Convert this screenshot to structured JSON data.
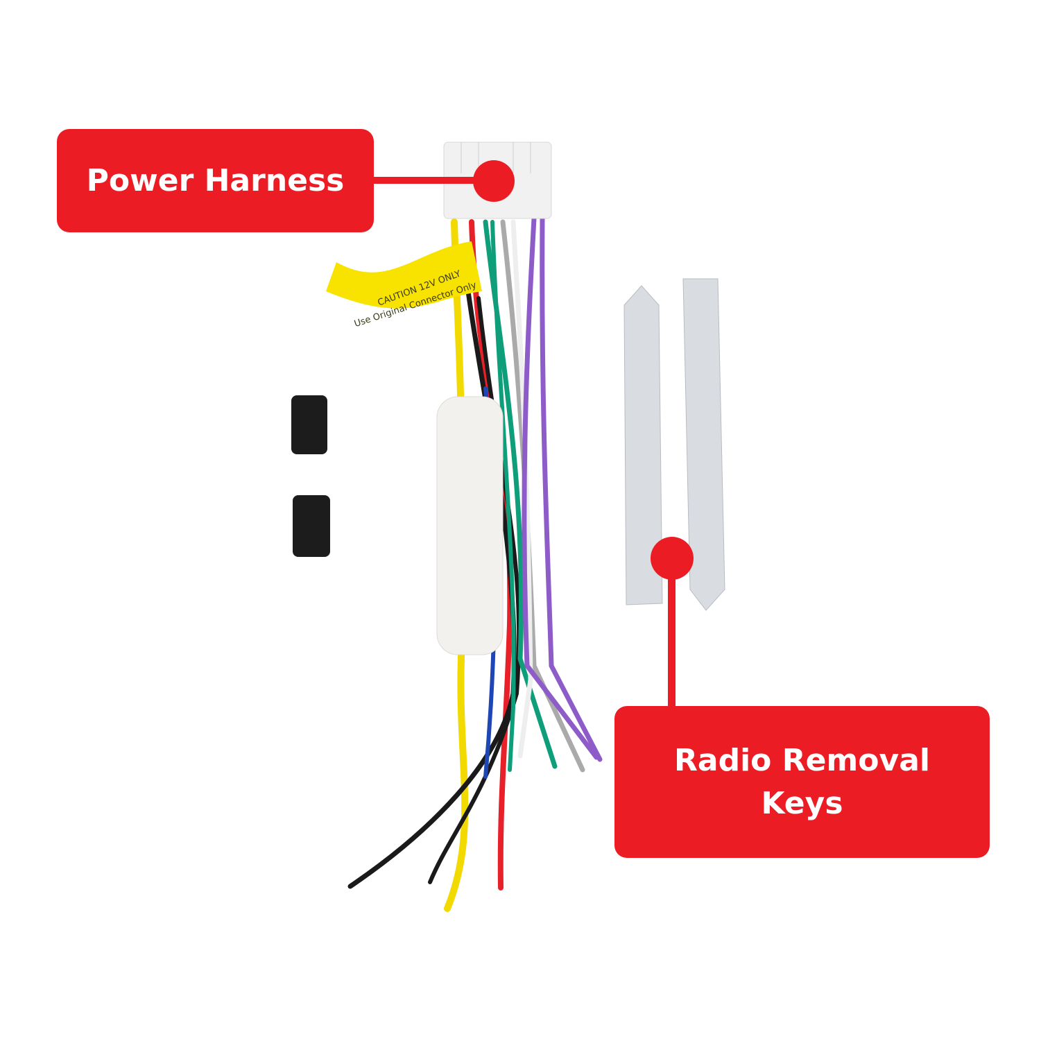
{
  "callouts": {
    "power_harness": "Power Harness",
    "radio_keys_line1": "Radio Removal",
    "radio_keys_line2": "Keys"
  },
  "tag": {
    "line1": "CAUTION 12V ONLY",
    "line2": "Use Original Connector Only"
  },
  "colors": {
    "accent": "#EC1C24",
    "tag": "#F7E200"
  }
}
